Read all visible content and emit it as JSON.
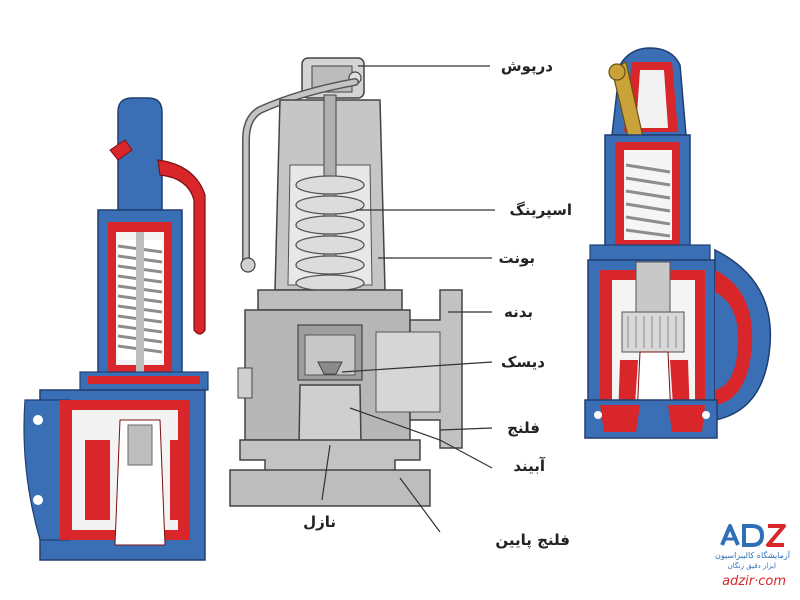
{
  "diagram": {
    "labels": {
      "cap": "درپوش",
      "spring": "اسپرینگ",
      "bonnet": "بونت",
      "body": "بدنه",
      "disc": "دیسک",
      "flange": "فلنج",
      "seat": "آبیند",
      "nozzle": "نازل",
      "lower_flange": "فلنج پایین"
    }
  },
  "brand": {
    "logo_letters": "ADZ",
    "tagline": "آزمایشگاه کالیبراسیون",
    "subtitle": "ابزار دقیق زنگان",
    "website": "adzir·com"
  },
  "colors": {
    "blue": "#3a6fb5",
    "red": "#d9262b",
    "gray_body": "#b9b9b9",
    "gray_dark": "#8a8a8a",
    "spring_metal": "#9c9c9c",
    "brand_blue": "#2f6fb8",
    "brand_red": "#d9262b",
    "lever_gold": "#c9a23a"
  }
}
